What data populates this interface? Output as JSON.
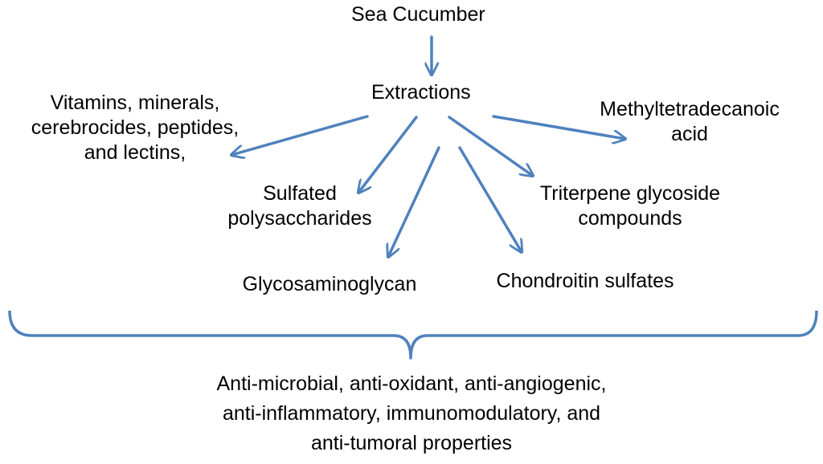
{
  "colors": {
    "arrow": "#4F81BD",
    "text": "#000000",
    "background": "#FFFFFF"
  },
  "root": "Sea Cucumber",
  "middle": "Extractions",
  "branches": {
    "vitamins": [
      "Vitamins, minerals,",
      "cerebrocides, peptides,",
      "and lectins,"
    ],
    "methyl": [
      "Methyltetradecanoic",
      "acid"
    ],
    "sulfated": [
      "Sulfated",
      "polysaccharides"
    ],
    "triterpene": [
      "Triterpene glycoside",
      "compounds"
    ],
    "glycosamino": [
      "Glycosaminoglycan"
    ],
    "chondroitin": [
      "Chondroitin sulfates"
    ]
  },
  "properties": [
    "Anti-microbial, anti-oxidant, anti-angiogenic,",
    "anti-inflammatory, immunomodulatory, and",
    "anti-tumoral properties"
  ]
}
